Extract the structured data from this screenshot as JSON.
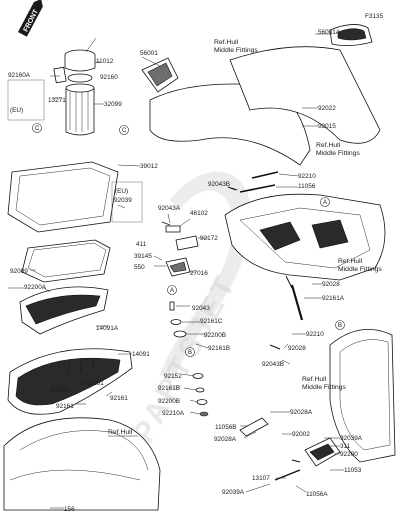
{
  "figure_code": "F3135",
  "front_badge": "FRONT",
  "region_tag": "(EU)",
  "region_tag_2": "(EU)",
  "watermark": "PARTSJET",
  "ref_hull_middle_fittings": "Ref.Hull\nMiddle Fittings",
  "ref_hull": "Ref.Hull",
  "callouts": [
    "A",
    "B",
    "C"
  ],
  "labels": {
    "p56001A": "56001A",
    "p56001": "56001",
    "p11012": "11012",
    "p92160A": "92160A",
    "p92160": "92160",
    "p13271": "13271",
    "p32099": "32099",
    "p92022": "92022",
    "p92015": "92015",
    "p39012": "39012",
    "p92039": "92039",
    "p92043B_top": "92043B",
    "p11056": "11056",
    "p92210_top": "92210",
    "p92043A": "92043A",
    "p46102": "46102",
    "p92172": "92172",
    "p411": "411",
    "p39145": "39145",
    "p550": "550",
    "p27016": "27016",
    "p92009": "92009",
    "p92200A": "92200A",
    "p92028_r": "92028",
    "p92161A": "92161A",
    "p92043": "92043",
    "p92161C": "92161C",
    "p92200B": "92200B",
    "p92161B": "92161B",
    "p92210_mid": "92210",
    "p92028_mid": "92028",
    "p14091A": "14091A",
    "p14091": "14091",
    "p92152": "92152",
    "p92161B_2": "92161B",
    "p92200B_2": "92200B",
    "p92210A": "92210A",
    "p92043B_mid": "92043B",
    "p92161_1": "92161",
    "p92161_2": "92161",
    "p92161_3": "92161",
    "p92161_4": "92161",
    "p92028A_1": "92028A",
    "p11056B": "11056B",
    "p92028A_2": "92028A",
    "p92002": "92002",
    "p92039A": "92039A",
    "p311": "311",
    "p92200": "92200",
    "p11053": "11053",
    "p13107": "13107",
    "p92039A_2": "92039A",
    "p11056A": "11056A",
    "p156": "156"
  }
}
